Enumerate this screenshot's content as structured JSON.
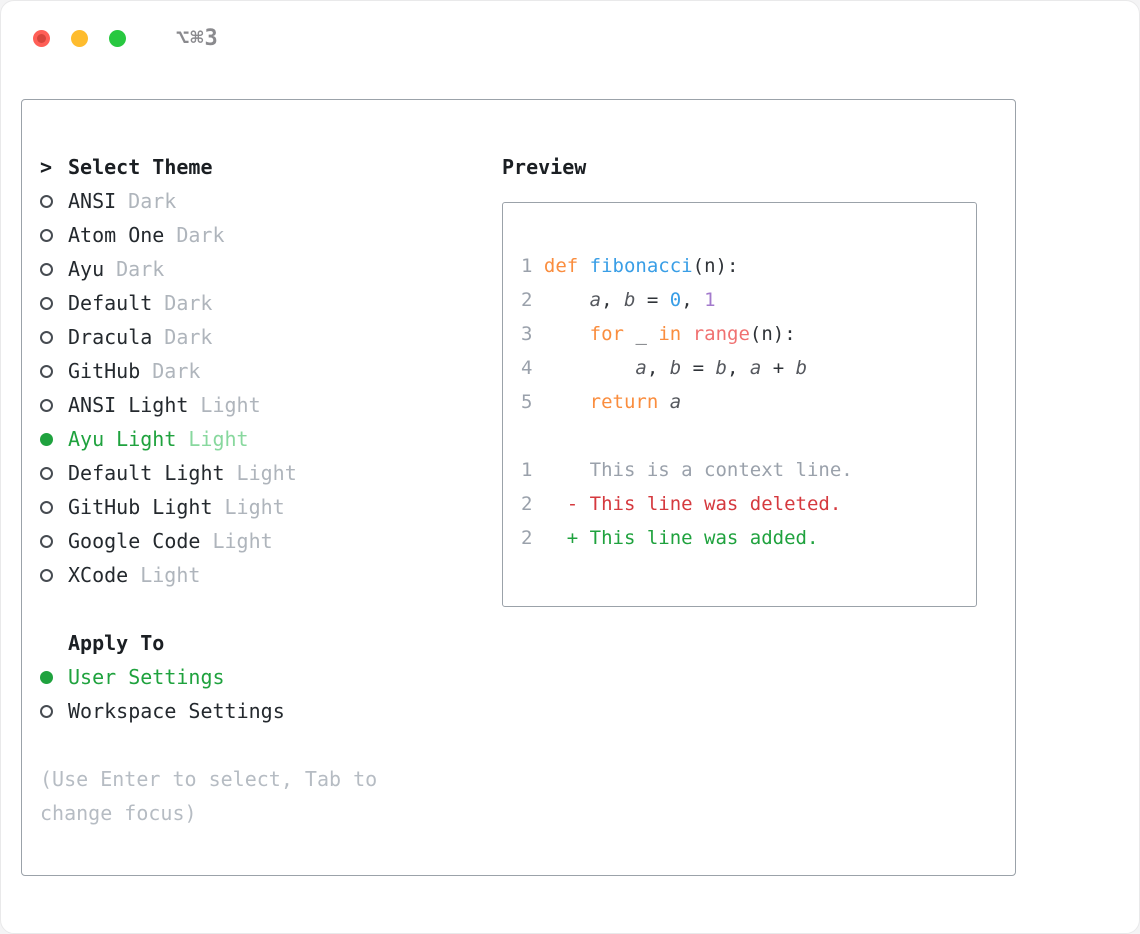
{
  "window": {
    "shortcut": "⌥⌘3"
  },
  "theme_panel": {
    "prompt": ">",
    "title": "Select Theme",
    "items": [
      {
        "name": "ANSI",
        "variant": "Dark",
        "selected": false
      },
      {
        "name": "Atom One",
        "variant": "Dark",
        "selected": false
      },
      {
        "name": "Ayu",
        "variant": "Dark",
        "selected": false
      },
      {
        "name": "Default",
        "variant": "Dark",
        "selected": false
      },
      {
        "name": "Dracula",
        "variant": "Dark",
        "selected": false
      },
      {
        "name": "GitHub",
        "variant": "Dark",
        "selected": false
      },
      {
        "name": "ANSI Light",
        "variant": "Light",
        "selected": false
      },
      {
        "name": "Ayu Light",
        "variant": "Light",
        "selected": true
      },
      {
        "name": "Default Light",
        "variant": "Light",
        "selected": false
      },
      {
        "name": "GitHub Light",
        "variant": "Light",
        "selected": false
      },
      {
        "name": "Google Code",
        "variant": "Light",
        "selected": false
      },
      {
        "name": "XCode",
        "variant": "Light",
        "selected": false
      }
    ]
  },
  "apply_to": {
    "title": "Apply To",
    "options": [
      {
        "label": "User Settings",
        "selected": true
      },
      {
        "label": "Workspace Settings",
        "selected": false
      }
    ]
  },
  "hint": "(Use Enter to select, Tab to change focus)",
  "preview": {
    "title": "Preview",
    "code": [
      {
        "num": "1",
        "tokens": [
          [
            "def",
            "kw"
          ],
          [
            " ",
            "pl"
          ],
          [
            "fibonacci",
            "fn"
          ],
          [
            "(n):",
            "pl"
          ]
        ]
      },
      {
        "num": "2",
        "tokens": [
          [
            "    ",
            "pl"
          ],
          [
            "a",
            "var"
          ],
          [
            ", ",
            "pl"
          ],
          [
            "b",
            "var"
          ],
          [
            " = ",
            "pl"
          ],
          [
            "0",
            "n0"
          ],
          [
            ", ",
            "pl"
          ],
          [
            "1",
            "n1"
          ]
        ]
      },
      {
        "num": "3",
        "tokens": [
          [
            "    ",
            "pl"
          ],
          [
            "for",
            "kw"
          ],
          [
            " ",
            "pl"
          ],
          [
            "_",
            "var"
          ],
          [
            " ",
            "pl"
          ],
          [
            "in",
            "kw"
          ],
          [
            " ",
            "pl"
          ],
          [
            "range",
            "sp"
          ],
          [
            "(n):",
            "pl"
          ]
        ]
      },
      {
        "num": "4",
        "tokens": [
          [
            "        ",
            "pl"
          ],
          [
            "a",
            "var"
          ],
          [
            ", ",
            "pl"
          ],
          [
            "b",
            "var"
          ],
          [
            " = ",
            "pl"
          ],
          [
            "b",
            "var"
          ],
          [
            ", ",
            "pl"
          ],
          [
            "a",
            "var"
          ],
          [
            " + ",
            "pl"
          ],
          [
            "b",
            "var"
          ]
        ]
      },
      {
        "num": "5",
        "tokens": [
          [
            "    ",
            "pl"
          ],
          [
            "return",
            "kw"
          ],
          [
            " ",
            "pl"
          ],
          [
            "a",
            "var"
          ]
        ]
      }
    ],
    "diff": [
      {
        "num": "1",
        "kind": "context",
        "text": "    This is a context line."
      },
      {
        "num": "2",
        "kind": "deleted",
        "text": "  - This line was deleted."
      },
      {
        "num": "2",
        "kind": "added",
        "text": "  + This line was added."
      }
    ]
  },
  "colors": {
    "selected_green": "#1fa23e",
    "selected_green_light": "#88d89e",
    "variant_gray": "#afb5bc",
    "hint_gray": "#b6bcc3",
    "line_number_gray": "#9aa1ab",
    "keyword_orange": "#fa8d3e",
    "function_blue": "#399ee6",
    "special_pink": "#f07171",
    "number_purple": "#a37acc",
    "diff_deleted_red": "#d5393e",
    "diff_added_green": "#1fa23e",
    "traffic_red": "#ff5f57",
    "traffic_yellow": "#febc2e",
    "traffic_green": "#28c840"
  }
}
